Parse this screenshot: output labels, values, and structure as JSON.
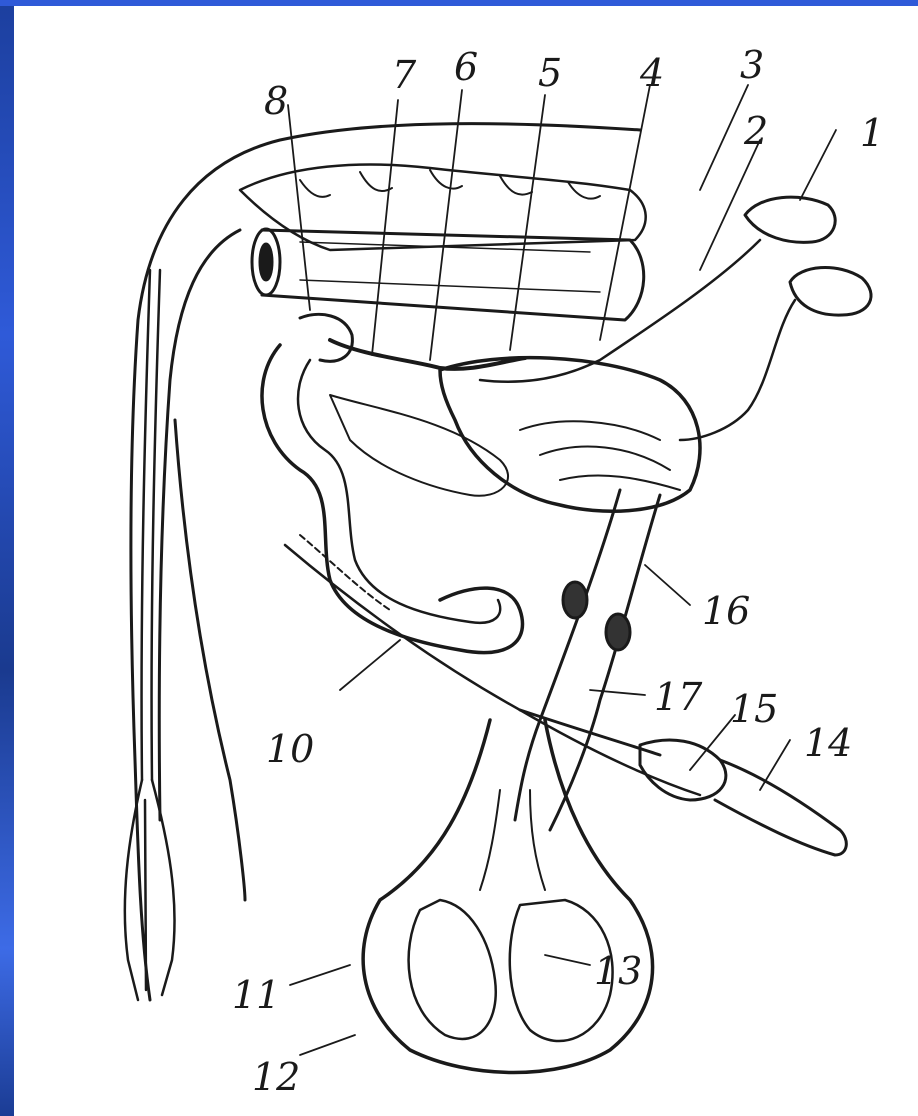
{
  "image": {
    "description_free": true,
    "colors": {
      "border_accent": "#2f5ad8",
      "ink": "#1a1a1a",
      "paper": "#ffffff"
    }
  },
  "callouts": [
    {
      "id": "1",
      "text": "1"
    },
    {
      "id": "2",
      "text": "2"
    },
    {
      "id": "3",
      "text": "3"
    },
    {
      "id": "4",
      "text": "4"
    },
    {
      "id": "5",
      "text": "5"
    },
    {
      "id": "6",
      "text": "6"
    },
    {
      "id": "7",
      "text": "7"
    },
    {
      "id": "8",
      "text": "8"
    },
    {
      "id": "10",
      "text": "10"
    },
    {
      "id": "11",
      "text": "11"
    },
    {
      "id": "12",
      "text": "12"
    },
    {
      "id": "13",
      "text": "13"
    },
    {
      "id": "14",
      "text": "14"
    },
    {
      "id": "15",
      "text": "15"
    },
    {
      "id": "16",
      "text": "16"
    },
    {
      "id": "17",
      "text": "17"
    }
  ]
}
